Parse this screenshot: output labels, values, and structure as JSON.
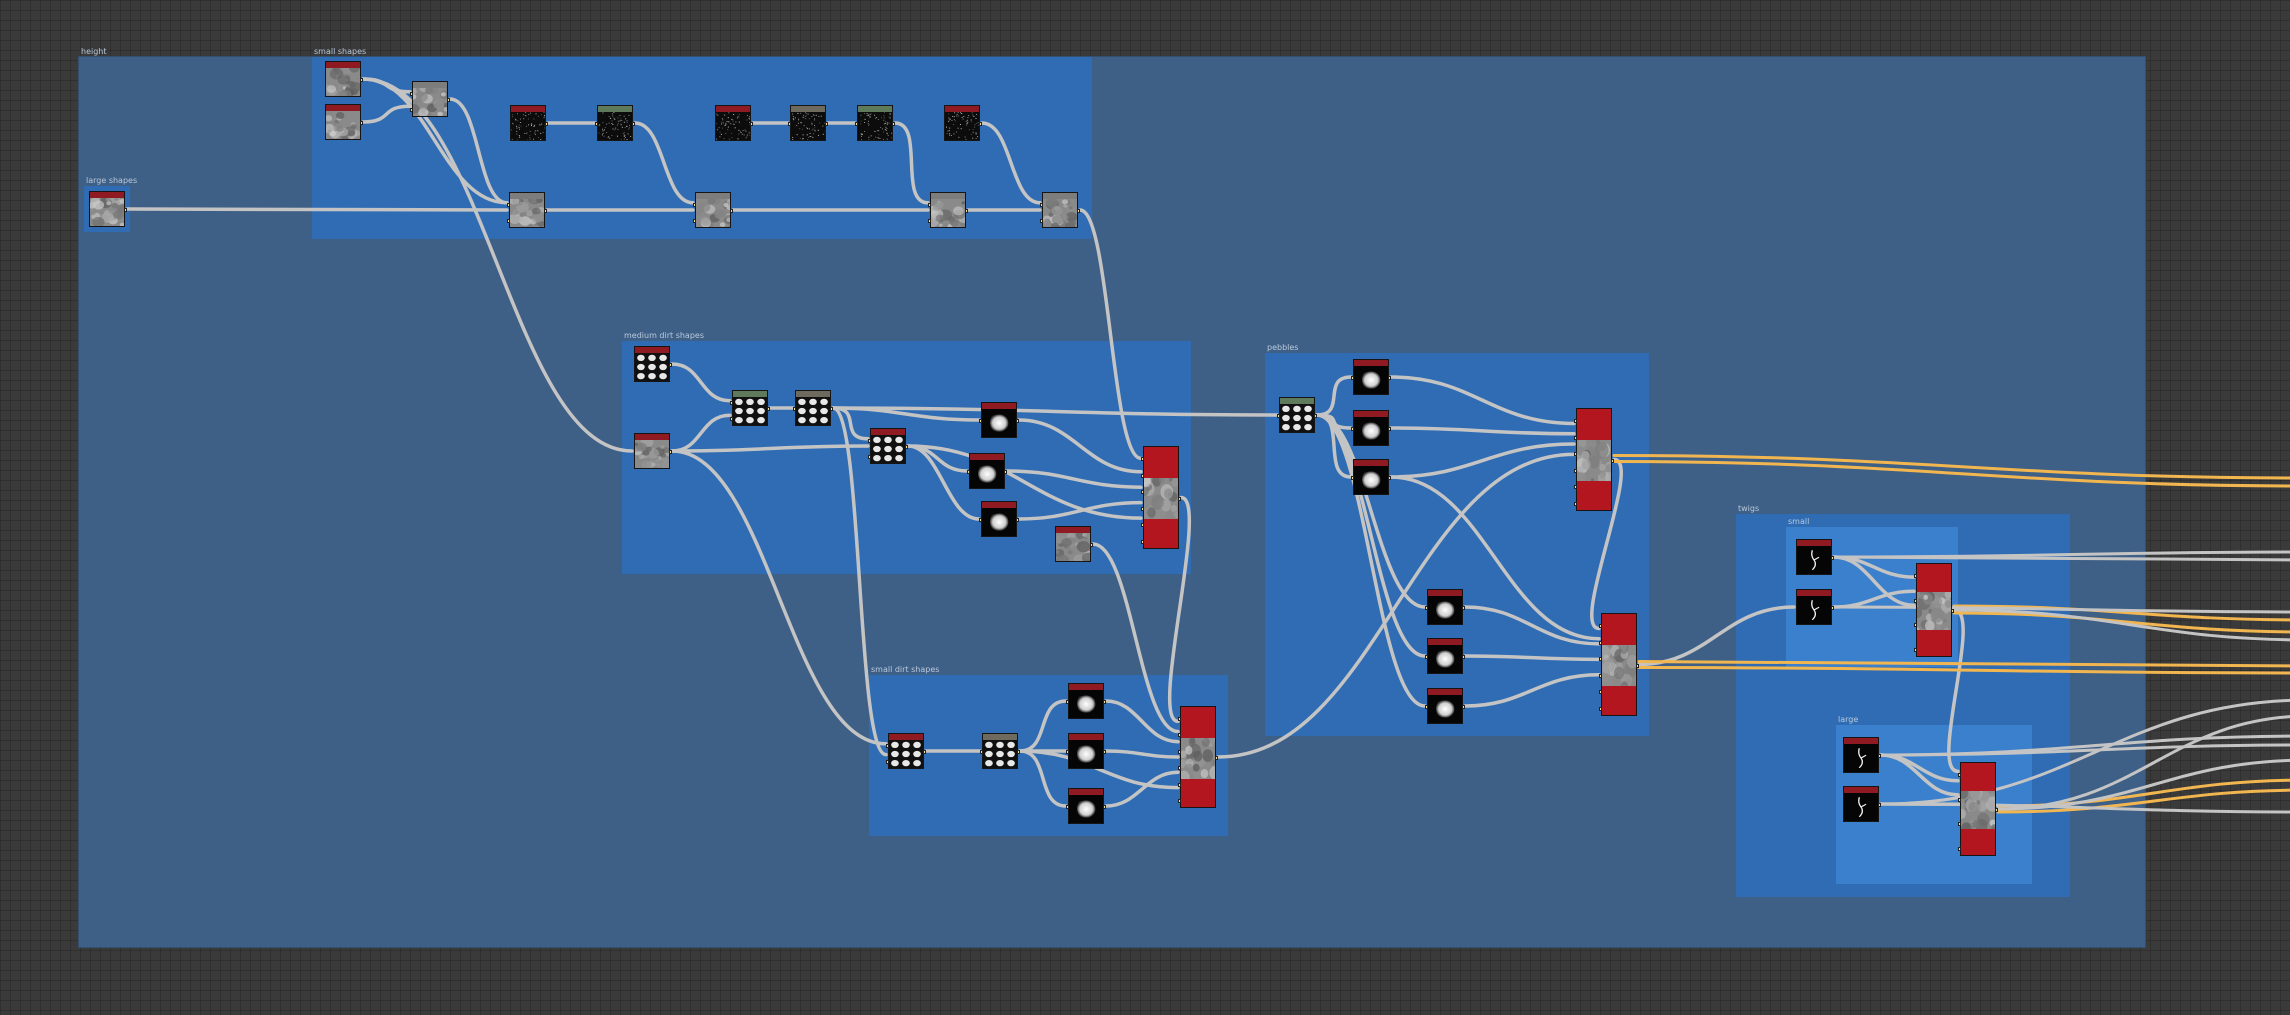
{
  "graph": {
    "frames": [
      {
        "key": "height",
        "label": "height"
      },
      {
        "key": "large_shapes",
        "label": "large shapes"
      },
      {
        "key": "small_shapes",
        "label": "small shapes"
      },
      {
        "key": "medium_dirt",
        "label": "medium dirt shapes"
      },
      {
        "key": "small_dirt",
        "label": "small dirt shapes"
      },
      {
        "key": "pebbles",
        "label": "pebbles"
      },
      {
        "key": "twigs",
        "label": "twigs"
      },
      {
        "key": "twigs_small",
        "label": "small"
      },
      {
        "key": "twigs_large",
        "label": "large"
      }
    ],
    "node_kinds": {
      "noise": {
        "header": "#8f1a22",
        "thumb": "noise-gray"
      },
      "blend": {
        "header": "#7d7d7d",
        "thumb": "noise-gray"
      },
      "black_noise": {
        "header": "#8f1a22",
        "thumb": "speckle-black"
      },
      "green_noise": {
        "header": "#5f7a5b",
        "thumb": "speckle-black"
      },
      "gray_noise": {
        "header": "#6e6a5e",
        "thumb": "speckle-black"
      },
      "dots": {
        "header": "#8f1a22",
        "thumb": "dots-white"
      },
      "dots_green": {
        "header": "#5f7a5b",
        "thumb": "dots-white"
      },
      "dots_gray": {
        "header": "#6e6a5e",
        "thumb": "dots-white"
      },
      "blob": {
        "header": "#8f1a22",
        "thumb": "blob-white"
      },
      "twig": {
        "header": "#8f1a22",
        "thumb": "twig-white"
      },
      "combiner": {
        "header": "#b3161f",
        "thumb": "noise-gray"
      }
    },
    "colors": {
      "canvas": "#3a3a3a",
      "height_frame": "#3e5f86",
      "group_frame": "#2f6cb4",
      "wire": "#c4c4c4",
      "output_wire": "#f2b650",
      "port": "#f0e09a"
    }
  }
}
